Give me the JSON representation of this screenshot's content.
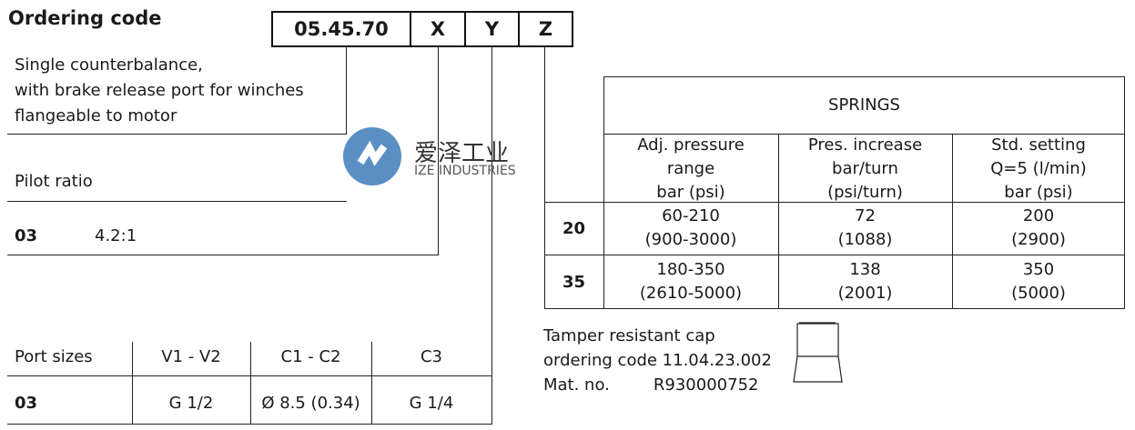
{
  "title": "Ordering code",
  "code": {
    "base": "05.45.70",
    "x": "X",
    "y": "Y",
    "z": "Z"
  },
  "description": [
    "Single counterbalance,",
    "with brake release port for winches",
    "flangeable to motor"
  ],
  "pilot": {
    "label": "Pilot ratio",
    "code": "03",
    "value": "4.2:1"
  },
  "ports": {
    "headers": [
      "Port sizes",
      "V1 - V2",
      "C1 - C2",
      "C3"
    ],
    "row": [
      "03",
      "G 1/2",
      "Ø 8.5 (0.34)",
      "G 1/4"
    ]
  },
  "springs": {
    "title": "SPRINGS",
    "headers": [
      [
        "Adj. pressure",
        "range",
        "bar (psi)"
      ],
      [
        "Pres. increase",
        "bar/turn",
        "(psi/turn)"
      ],
      [
        "Std. setting",
        "Q=5 (l/min)",
        "bar (psi)"
      ]
    ],
    "rows": [
      {
        "code": "20",
        "cells": [
          [
            "60-210",
            "(900-3000)"
          ],
          [
            "72",
            "(1088)"
          ],
          [
            "200",
            "(2900)"
          ]
        ]
      },
      {
        "code": "35",
        "cells": [
          [
            "180-350",
            "(2610-5000)"
          ],
          [
            "138",
            "(2001)"
          ],
          [
            "350",
            "(5000)"
          ]
        ]
      }
    ]
  },
  "cap": {
    "line1": "Tamper resistant cap",
    "line2": "ordering code 11.04.23.002",
    "mat_label": "Mat. no.",
    "mat_value": "R930000752"
  },
  "watermark": {
    "cn": "爱泽工业",
    "en": "IZE INDUSTRIES",
    "color": "#5b8fc4"
  }
}
